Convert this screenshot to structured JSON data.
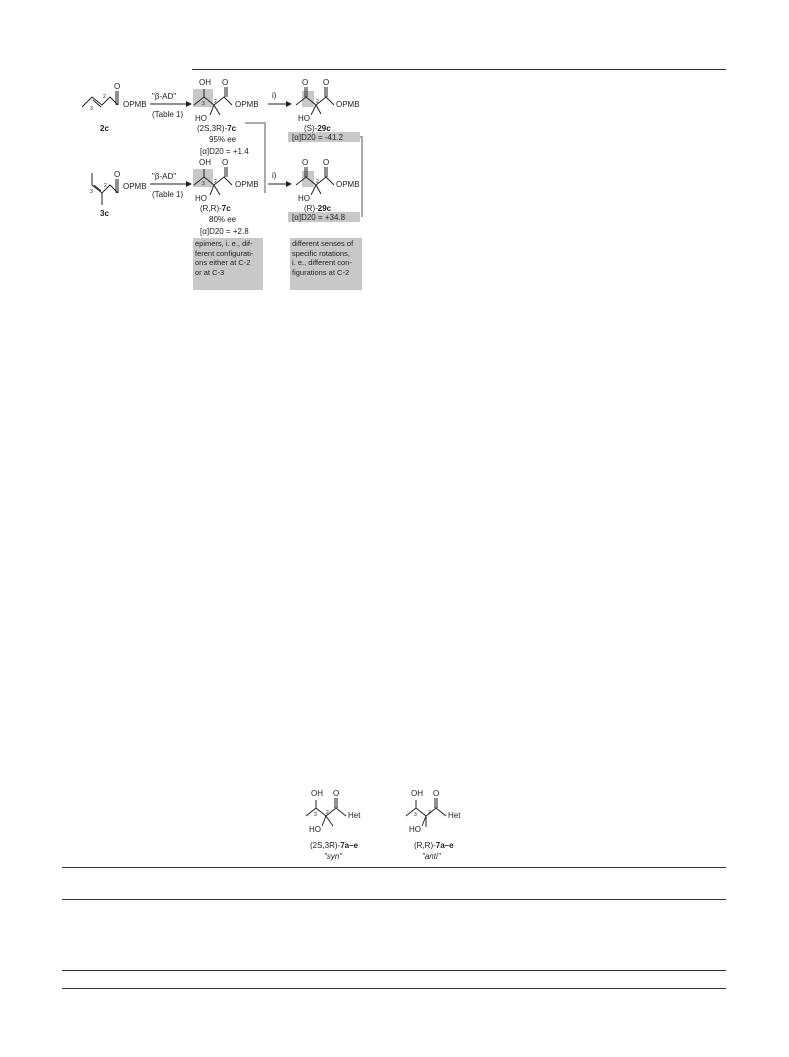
{
  "scheme": {
    "row1": {
      "start_label": "2c",
      "reagent": "\"β-AD\"",
      "reagent_ref": "(Table 1)",
      "diol_prefix": "(2S,3R)-",
      "diol_bold": "7c",
      "diol_ee": "95% ee",
      "diol_rot_text": "[α]D20 = +1.4",
      "step": "i)",
      "ketone_prefix": "(S)-",
      "ketone_bold": "29c",
      "ketone_rot_text": "[α]D20 = -41.2"
    },
    "row2": {
      "start_label": "3c",
      "reagent": "\"β-AD\"",
      "reagent_ref": "(Table 1)",
      "diol_prefix": "(R,R)-",
      "diol_bold": "7c",
      "diol_ee": "80% ee",
      "diol_rot_text": "[α]D20 = +2.8",
      "step": "i)",
      "ketone_prefix": "(R)-",
      "ketone_bold": "29c",
      "ketone_rot_text": "[α]D20 = +34.8"
    },
    "atoms": {
      "OH": "OH",
      "HO": "HO",
      "O": "O",
      "OPMB": "OPMB",
      "c2": "2",
      "c3": "3",
      "Het": "Het"
    },
    "note_left": "epimers, i. e., dif-\nferent configurati-\nons either at C-2\nor at C-3",
    "note_right": "different senses of\nspecific rotations,\ni. e., different con-\nfigurations at C-2"
  },
  "table_fig": {
    "syn_prefix": "(2S,3R)-",
    "syn_bold": "7a–e",
    "syn_tag": "\"syn\"",
    "anti_prefix": "(R,R)-",
    "anti_bold": "7a–e",
    "anti_tag": "\"anti\""
  },
  "colors": {
    "highlight": "#c8c8c8",
    "ink": "#222222"
  }
}
